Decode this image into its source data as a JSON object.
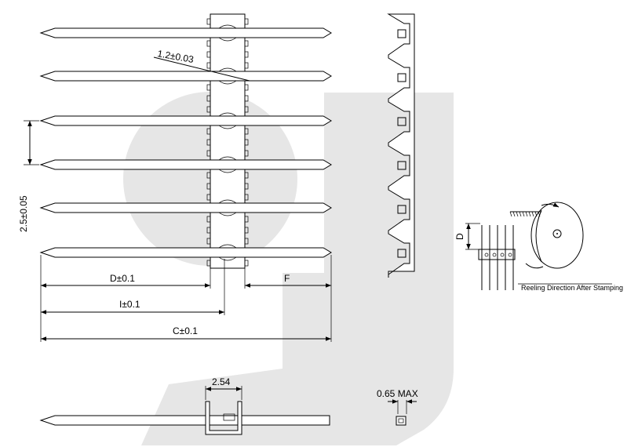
{
  "watermark_color": "#e6e6e6",
  "dimensions": {
    "wire_diameter": "1.2±0.03",
    "pitch": "2.5±0.05",
    "d": "D±0.1",
    "f": "F",
    "i": "I±0.1",
    "c": "C±0.1",
    "u_width": "2.54",
    "max_thickness": "0.65  MAX",
    "d_side": "D"
  },
  "notes": {
    "reeling": "Reeling Direction After Stamping"
  }
}
